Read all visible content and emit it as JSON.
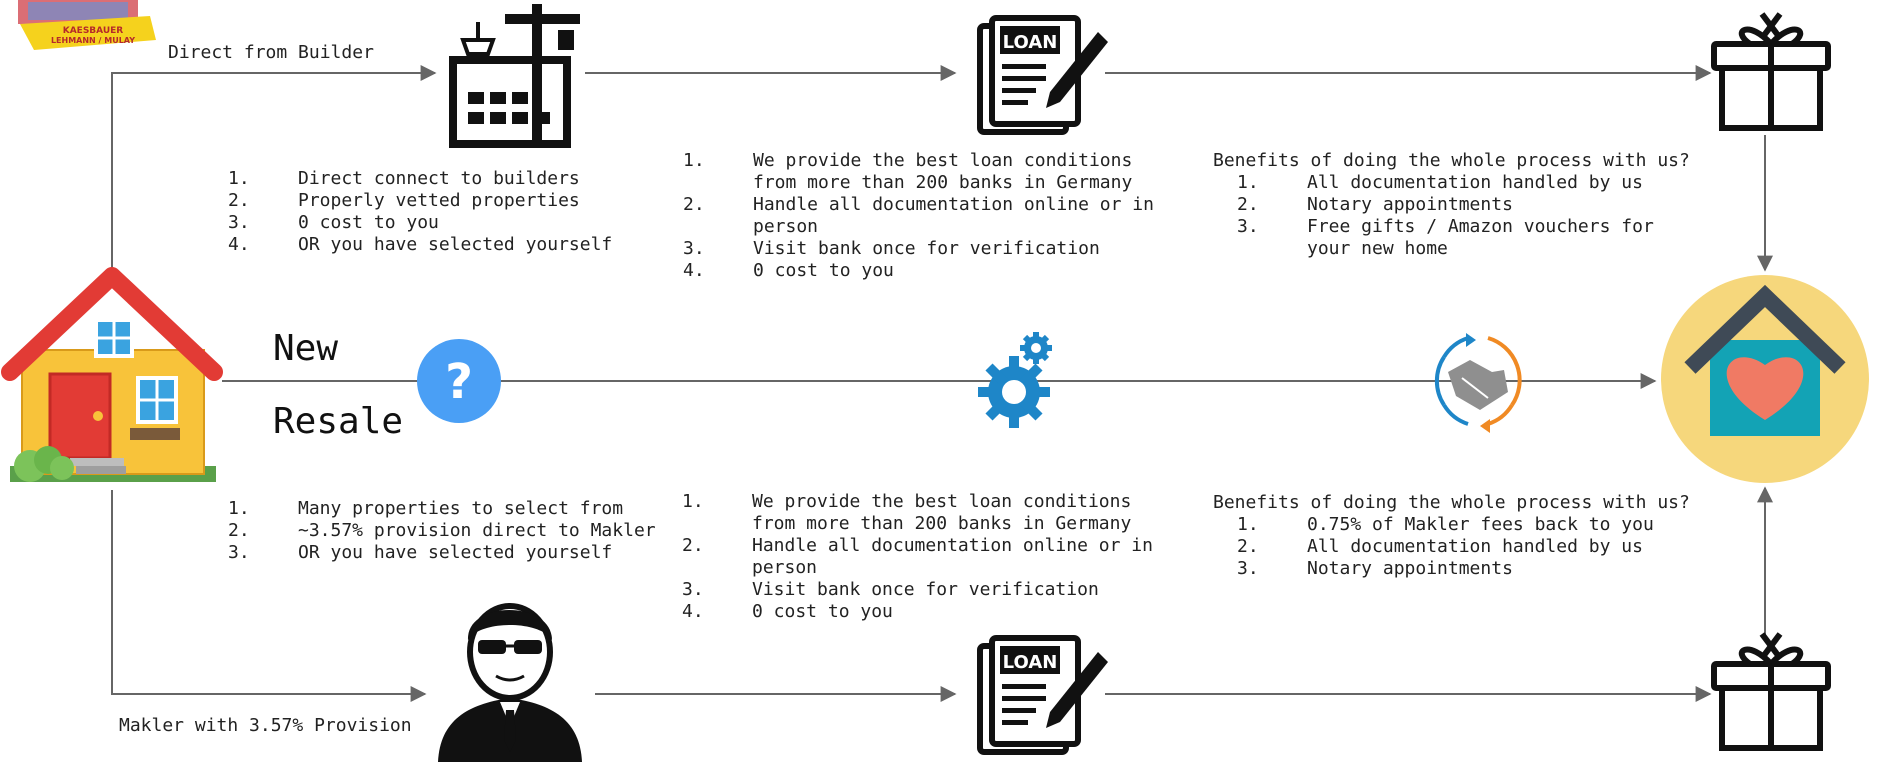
{
  "logo": {
    "line1": "KAESBAUER",
    "line2": "LEHMANN / MULAY"
  },
  "paths": {
    "top_label": "Direct from Builder",
    "bottom_label": "Makler with 3.57% Provision",
    "new_label": "New",
    "resale_label": "Resale",
    "question_mark": "?"
  },
  "icons": {
    "loan_text": "LOAN"
  },
  "builder_list": [
    {
      "num": "1.",
      "text": "Direct connect to builders"
    },
    {
      "num": "2.",
      "text": "Properly vetted properties"
    },
    {
      "num": "3.",
      "text": "0 cost to you"
    },
    {
      "num": "4.",
      "text": "OR you have selected yourself"
    }
  ],
  "loan_list_top": [
    {
      "num": "1.",
      "text": "We provide the best loan conditions from more than 200 banks in Germany"
    },
    {
      "num": "2.",
      "text": "Handle all documentation online or in person"
    },
    {
      "num": "3.",
      "text": "Visit bank once for verification"
    },
    {
      "num": "4.",
      "text": "0 cost to you"
    }
  ],
  "benefits_top": {
    "heading": "Benefits of doing the whole process with us?",
    "items": [
      {
        "num": "1.",
        "text": "All documentation handled by us"
      },
      {
        "num": "2.",
        "text": "Notary appointments"
      },
      {
        "num": "3.",
        "text": "Free gifts / Amazon vouchers for your new home"
      }
    ]
  },
  "resale_list": [
    {
      "num": "1.",
      "text": "Many properties to select from"
    },
    {
      "num": "2.",
      "text": "~3.57% provision direct to Makler"
    },
    {
      "num": "3.",
      "text": "OR you have selected yourself"
    }
  ],
  "loan_list_bottom": [
    {
      "num": "1.",
      "text": "We provide the best loan conditions from more than 200 banks in Germany"
    },
    {
      "num": "2.",
      "text": "Handle all documentation online or in person"
    },
    {
      "num": "3.",
      "text": "Visit bank once for verification"
    },
    {
      "num": "4.",
      "text": "0 cost to you"
    }
  ],
  "benefits_bottom": {
    "heading": "Benefits of doing the whole process with us?",
    "items": [
      {
        "num": "1.",
        "text": "0.75% of Makler fees back to you"
      },
      {
        "num": "2.",
        "text": "All documentation handled by us"
      },
      {
        "num": "3.",
        "text": "Notary appointments"
      }
    ]
  },
  "colors": {
    "line": "#666666",
    "house_yellow": "#f8c33a",
    "roof_red": "#e23b35",
    "question_blue": "#4a9ff5",
    "gear_blue": "#1e86c8",
    "handshake_orange": "#f08a24",
    "home_circle": "#f6d77c",
    "home_teal": "#13a3b5",
    "heart": "#f07a64"
  }
}
